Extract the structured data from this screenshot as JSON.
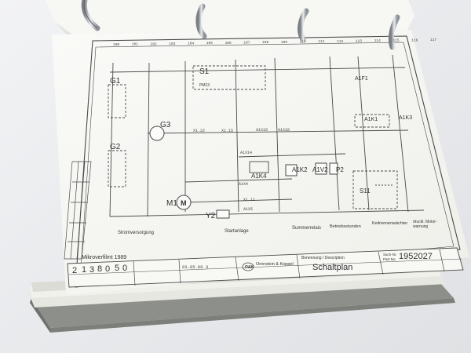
{
  "photo": {
    "binder_cover_color": "#8d8f8a",
    "paper_color": "#f6f6f3",
    "line_color": "#4a4a4a"
  },
  "schematic": {
    "column_numbers": [
      "100",
      "101",
      "102",
      "103",
      "104",
      "105",
      "106",
      "107",
      "108",
      "109",
      "110",
      "111",
      "112",
      "113",
      "114",
      "115",
      "116",
      "117"
    ],
    "components": {
      "g1": "G1",
      "g2": "G2",
      "g3": "G3",
      "m1": "M1",
      "s1": "S1",
      "y2": "Y2",
      "a1k4": "A1K4",
      "a1k2": "A1K2",
      "a1v2": "A1V2",
      "p2": "P2",
      "a1f1": "A1F1",
      "a1k1": "A1K1",
      "a1k3": "A1K3",
      "s11": "S11",
      "pm13": "PM13"
    },
    "wire_labels": [
      "X1.22",
      "X1.15",
      "A1X16",
      "A1X18",
      "A1X14",
      "X1.11",
      "A1X4",
      "A1X5"
    ],
    "section_labels": {
      "power": "Stromversorgung",
      "starter": "Startanlage",
      "buzzer": "Summerrelais",
      "hours": "Betriebsstunden",
      "v_belt": "Keilriemenwächter",
      "oil_warning": "druckl. Motor-\nwarnung"
    }
  },
  "title_block": {
    "drawing_number_digits": [
      "2",
      "1",
      "3",
      "8",
      "0",
      "5",
      "0"
    ],
    "microfilm": "Mikroverfilmt 1989",
    "company": "Orenstein & Koppel",
    "designation_label": "Benennung / Description",
    "title": "Schaltplan",
    "sach_nr_label": "Sach-Nr.",
    "part_no_label": "Part-No.",
    "part_number": "1952027",
    "date": "03.05.89",
    "sheet": "3"
  }
}
